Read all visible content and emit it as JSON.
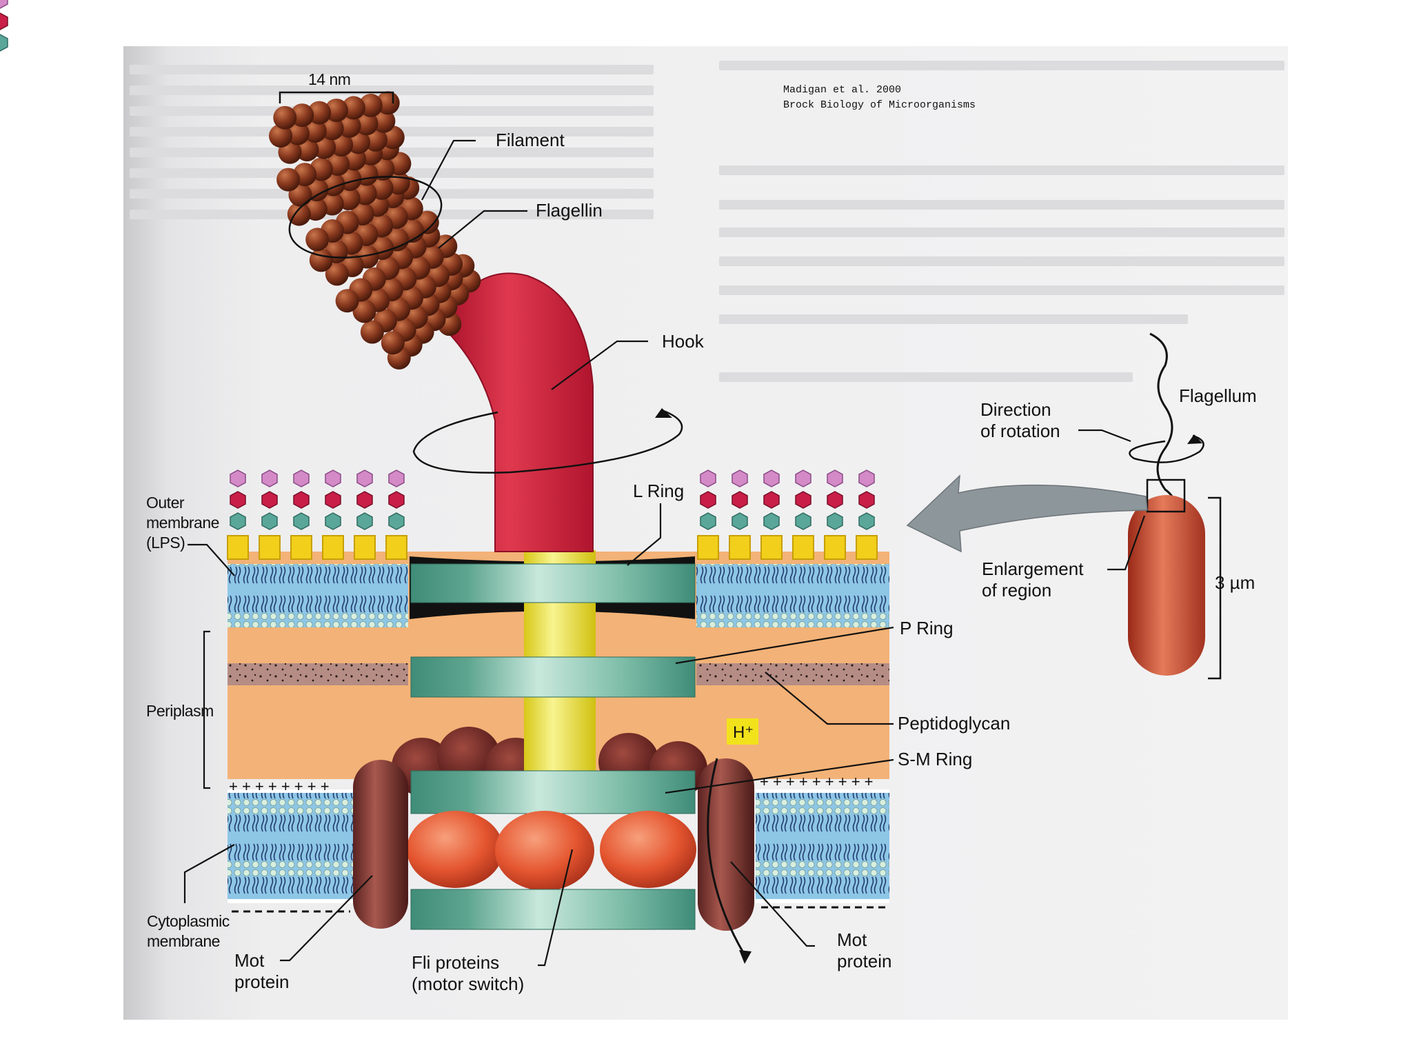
{
  "citation": {
    "line1": "Madigan et al. 2000",
    "line2": "Brock Biology of Microorganisms"
  },
  "labels": {
    "scale_14nm": "14 nm",
    "filament": "Filament",
    "flagellin": "Flagellin",
    "hook": "Hook",
    "l_ring": "L Ring",
    "outer_membrane_1": "Outer",
    "outer_membrane_2": "membrane",
    "outer_membrane_3": "(LPS)",
    "periplasm": "Periplasm",
    "cytoplasmic_membrane_1": "Cytoplasmic",
    "cytoplasmic_membrane_2": "membrane",
    "mot_protein_left_1": "Mot",
    "mot_protein_left_2": "protein",
    "fli_proteins_1": "Fli proteins",
    "fli_proteins_2": "(motor switch)",
    "mot_protein_right_1": "Mot",
    "mot_protein_right_2": "protein",
    "p_ring": "P Ring",
    "peptidoglycan": "Peptidoglycan",
    "s_m_ring": "S-M Ring",
    "h_plus": "H⁺",
    "flagellum": "Flagellum",
    "direction_of_rotation_1": "Direction",
    "direction_of_rotation_2": "of rotation",
    "enlargement_of_region_1": "Enlargement",
    "enlargement_of_region_2": "of region",
    "scale_3um": "3 µm"
  },
  "colors": {
    "filament": "#8a3a1f",
    "hook": "#c8203a",
    "ring": "#5ea58f",
    "rod": "#e8e030",
    "periplasm": "#f3b277",
    "peptidoglycan": "#a0726a",
    "lps_square": "#f2cf1b",
    "fli_protein": "#e85a3a",
    "mot_protein": "#8a3a34",
    "cell": "#d4563a"
  }
}
